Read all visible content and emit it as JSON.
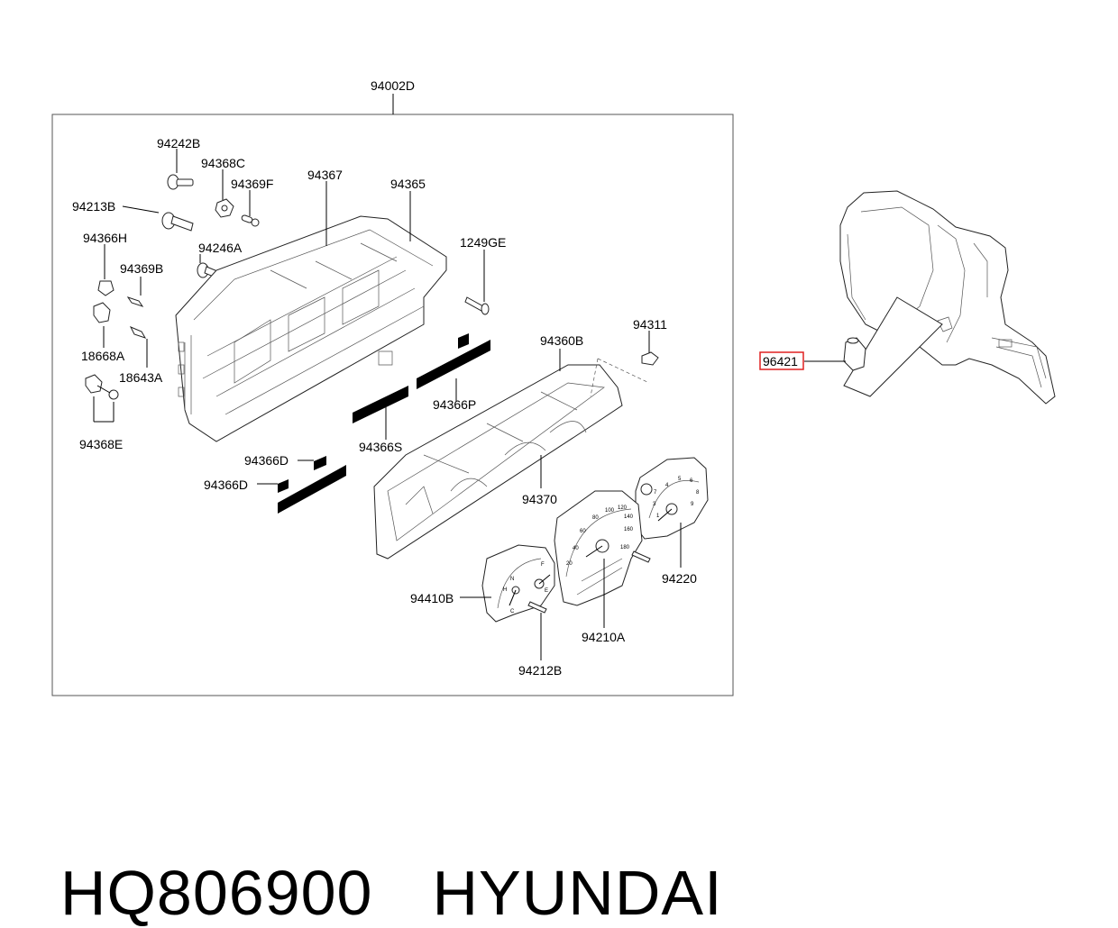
{
  "assembly_label": "94002D",
  "labels": {
    "p94242B": "94242B",
    "p94368C": "94368C",
    "p94369F": "94369F",
    "p94367": "94367",
    "p94365": "94365",
    "p94213B": "94213B",
    "p94366H": "94366H",
    "p94246A": "94246A",
    "p1249GE": "1249GE",
    "p94369B": "94369B",
    "p94311": "94311",
    "p18668A": "18668A",
    "p94360B": "94360B",
    "p18643A": "18643A",
    "p94366P": "94366P",
    "p94368E": "94368E",
    "p94366S": "94366S",
    "p94366D_a": "94366D",
    "p94366D_b": "94366D",
    "p94370": "94370",
    "p94220": "94220",
    "p94410B": "94410B",
    "p94210A": "94210A",
    "p94212B": "94212B"
  },
  "highlight": {
    "label": "96421",
    "color": "#e02020"
  },
  "gauge_marks": {
    "speedo": [
      "100",
      "120",
      "80",
      "140",
      "60",
      "160",
      "40",
      "180",
      "20"
    ],
    "tacho": [
      "4",
      "5",
      "6",
      "3",
      "7",
      "2",
      "8",
      "1",
      "9"
    ],
    "fuel": [
      "F",
      "E",
      "N",
      "H",
      "C"
    ]
  },
  "caption": {
    "part_number": "HQ806900",
    "brand": "HYUNDAI"
  }
}
